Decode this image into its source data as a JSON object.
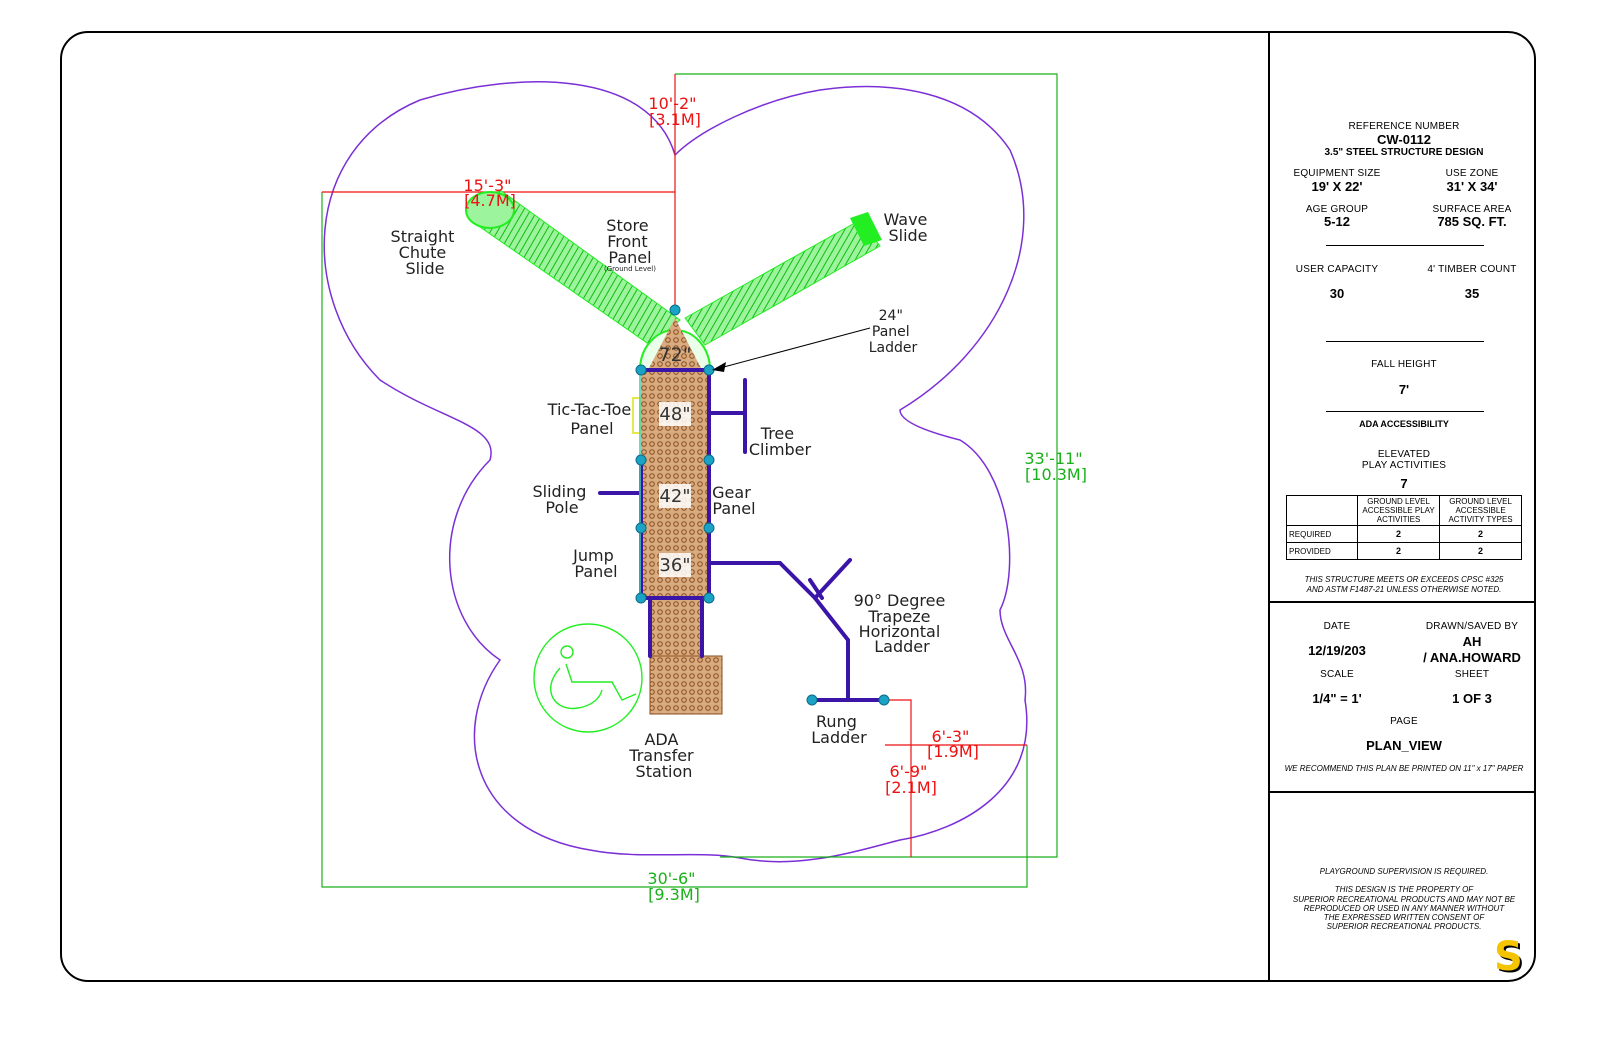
{
  "plan": {
    "labels": {
      "straight_chute_slide": [
        "Straight",
        "Chute",
        "Slide"
      ],
      "store_front_panel": [
        "Store",
        "Front",
        "Panel"
      ],
      "store_front_note": "(Ground Level)",
      "wave_slide": [
        "Wave",
        "Slide"
      ],
      "panel_ladder": [
        "24\"",
        "Panel",
        "Ladder"
      ],
      "tic_tac_toe_panel": [
        "Tic-Tac-Toe",
        "Panel"
      ],
      "tree_climber": [
        "Tree",
        "Climber"
      ],
      "sliding_pole": [
        "Sliding",
        "Pole"
      ],
      "gear_panel": [
        "Gear",
        "Panel"
      ],
      "jump_panel": [
        "Jump",
        "Panel"
      ],
      "trapeze_ladder": [
        "90° Degree",
        "Trapeze",
        "Horizontal",
        "Ladder"
      ],
      "rung_ladder": [
        "Rung",
        "Ladder"
      ],
      "ada_transfer_station": [
        "ADA",
        "Transfer",
        "Station"
      ]
    },
    "deck_heights": [
      "72\"",
      "48\"",
      "42\"",
      "36\""
    ],
    "dimensions": {
      "top": [
        "10'-2\"",
        "[3.1M]"
      ],
      "left_top": [
        "15'-3\"",
        "[4.7M]"
      ],
      "right_total": [
        "33'-11\"",
        "[10.3M]"
      ],
      "bottom_total": [
        "30'-6\"",
        "[9.3M]"
      ],
      "right_small": [
        "6'-3\"",
        "[1.9M]"
      ],
      "bottom_small": [
        "6'-9\"",
        "[2.1M]"
      ]
    },
    "colors": {
      "use_zone": "#7b2fd6",
      "slides": "#22ee22",
      "posts": "#1ba3c6",
      "structure": "#3a15a8",
      "deck": "#c9956a",
      "dim_red": "#ee1111",
      "dim_green": "#1ab01a"
    }
  },
  "title_block": {
    "reference_label": "REFERENCE NUMBER",
    "reference_number": "CW-0112",
    "design": "3.5\" STEEL STRUCTURE DESIGN",
    "equipment_size_label": "EQUIPMENT SIZE",
    "equipment_size": "19' X 22'",
    "use_zone_label": "USE ZONE",
    "use_zone": "31' X 34'",
    "age_group_label": "AGE GROUP",
    "age_group": "5-12",
    "surface_area_label": "SURFACE AREA",
    "surface_area": "785 SQ. FT.",
    "user_capacity_label": "USER CAPACITY",
    "user_capacity": "30",
    "timber_count_label": "4' TIMBER COUNT",
    "timber_count": "35",
    "fall_height_label": "FALL HEIGHT",
    "fall_height": "7'",
    "ada_label": "ADA ACCESSIBILITY",
    "elevated_label_1": "ELEVATED",
    "elevated_label_2": "PLAY ACTIVITIES",
    "elevated_value": "7",
    "ada_table": {
      "headers": [
        "GROUND LEVEL ACCESSIBLE PLAY ACTIVITIES",
        "GROUND LEVEL ACCESSIBLE ACTIVITY TYPES"
      ],
      "rows": [
        {
          "label": "REQUIRED",
          "values": [
            "2",
            "2"
          ]
        },
        {
          "label": "PROVIDED",
          "values": [
            "2",
            "2"
          ]
        }
      ]
    },
    "cpsc_note_1": "THIS STRUCTURE MEETS OR EXCEEDS CPSC #325",
    "cpsc_note_2": "AND ASTM F1487-21 UNLESS OTHERWISE NOTED.",
    "date_label": "DATE",
    "date": "12/19/203",
    "drawn_label": "DRAWN/SAVED BY",
    "drawn_1": "AH",
    "drawn_2": "/ ANA.HOWARD",
    "scale_label": "SCALE",
    "scale": "1/4\" = 1'",
    "sheet_label": "SHEET",
    "sheet": "1 OF 3",
    "page_label": "PAGE",
    "page": "PLAN_VIEW",
    "print_note": "WE RECOMMEND THIS PLAN BE PRINTED ON 11\" x 17\" PAPER",
    "supervision": "PLAYGROUND SUPERVISION IS REQUIRED.",
    "property_lines": [
      "THIS DESIGN IS THE PROPERTY OF",
      "SUPERIOR RECREATIONAL PRODUCTS AND MAY NOT BE",
      "REPRODUCED OR USED IN ANY MANNER WITHOUT",
      "THE EXPRESSED WRITTEN CONSENT OF",
      "SUPERIOR RECREATIONAL PRODUCTS."
    ],
    "logo_letter": "S",
    "logo_color": "#f5c400"
  }
}
